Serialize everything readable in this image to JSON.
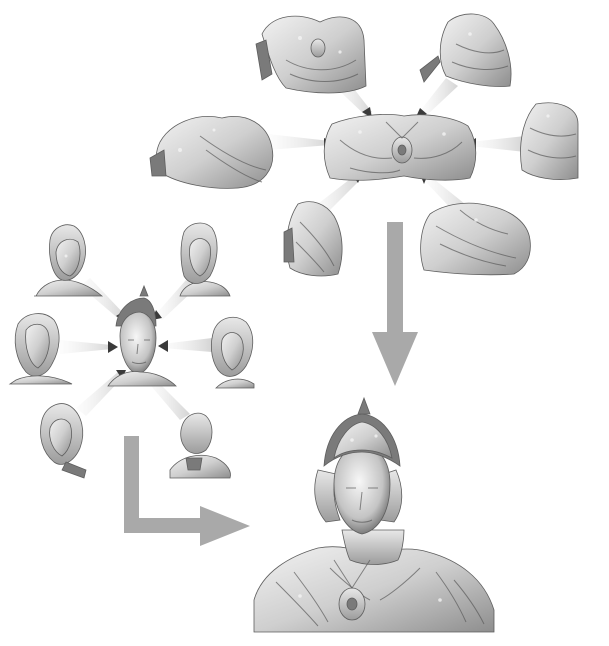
{
  "figure": {
    "description_type": "multi-view 3D scan registration pipeline",
    "colors": {
      "background": "#ffffff",
      "scan_light": "#e4e4e4",
      "scan_mid": "#b8b8b8",
      "scan_dark": "#6e6e6e",
      "flow_arrow": "#a9a9a9",
      "registration_arrow_tip": "#3a3a3a"
    },
    "groups": [
      {
        "name": "torso-registration-group",
        "partial_scan_count": 6,
        "center_scan": "torso-front-scan",
        "partial_scans": [
          "torso-scan-top-left",
          "torso-scan-top-right",
          "torso-scan-left-shoulder",
          "torso-scan-right-arm",
          "torso-scan-lower-left-arm",
          "torso-scan-lower-right-drapery"
        ]
      },
      {
        "name": "head-registration-group",
        "partial_scan_count": 6,
        "center_scan": "head-front-scan",
        "partial_scans": [
          "head-scan-front-left",
          "head-scan-three-quarter-right",
          "head-scan-left-profile",
          "head-scan-right-profile",
          "head-scan-lower-left",
          "head-scan-back"
        ]
      }
    ],
    "merged_result": "merged-bust-model"
  }
}
